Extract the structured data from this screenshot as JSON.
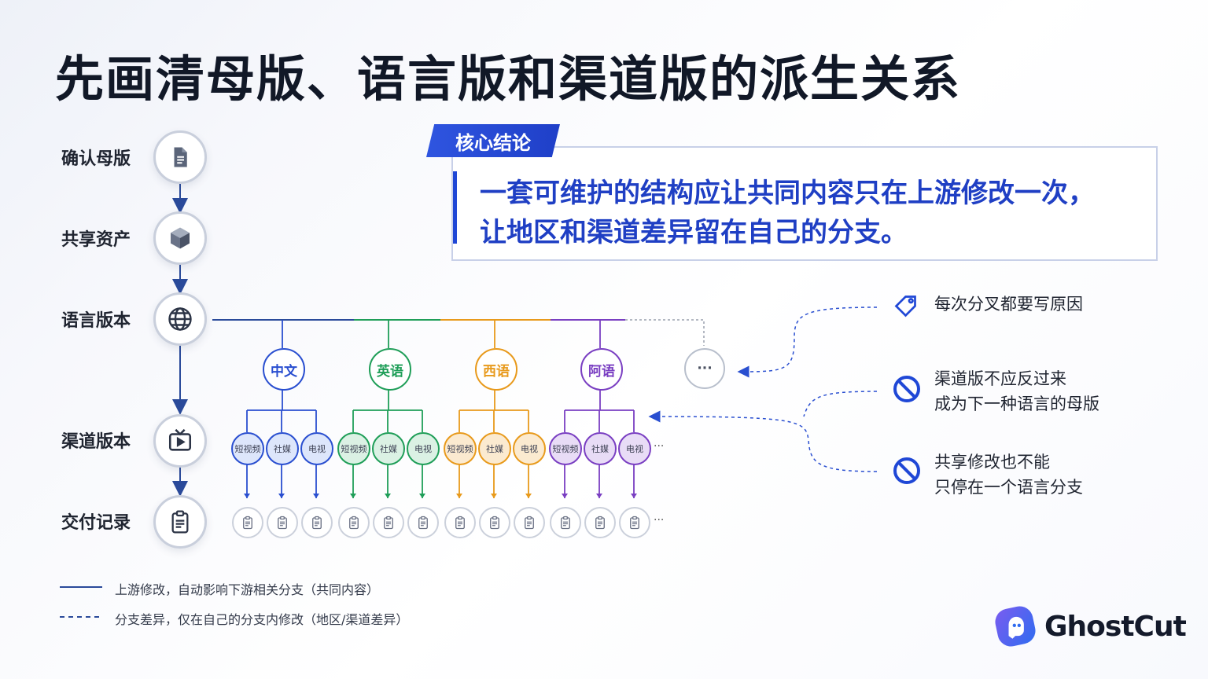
{
  "title": "先画清母版、语言版和渠道版的派生关系",
  "steps": [
    {
      "label": "确认母版",
      "icon": "document-icon"
    },
    {
      "label": "共享资产",
      "icon": "cube-icon"
    },
    {
      "label": "语言版本",
      "icon": "globe-icon"
    },
    {
      "label": "渠道版本",
      "icon": "tv-play-icon"
    },
    {
      "label": "交付记录",
      "icon": "clipboard-icon"
    }
  ],
  "conclusion": {
    "tag": "核心结论",
    "line1": "一套可维护的结构应让共同内容只在上游修改一次，",
    "line2": "让地区和渠道差异留在自己的分支。"
  },
  "languages": [
    {
      "label": "中文",
      "color": "#2a4fd0",
      "fill": "#dde6fb"
    },
    {
      "label": "英语",
      "color": "#1f9e58",
      "fill": "#dbf1e4"
    },
    {
      "label": "西语",
      "color": "#e89a1c",
      "fill": "#fbead0"
    },
    {
      "label": "阿语",
      "color": "#7a3fc2",
      "fill": "#e8dcf6"
    }
  ],
  "more_label": "···",
  "channels": [
    "短视频",
    "社媒",
    "电视"
  ],
  "channel_more": "···",
  "record_more": "···",
  "notes": [
    {
      "lines": [
        "每次分叉都要写原因"
      ],
      "icon": "tag-icon"
    },
    {
      "lines": [
        "渠道版不应反过来",
        "成为下一种语言的母版"
      ],
      "icon": "prohibited-icon"
    },
    {
      "lines": [
        "共享修改也不能",
        "只停在一个语言分支"
      ],
      "icon": "prohibited-icon"
    }
  ],
  "legend": {
    "solid": "上游修改，自动影响下游相关分支（共同内容）",
    "dashed": "分支差异，仅在自己的分支内修改（地区/渠道差异）"
  },
  "brand": {
    "name": "GhostCut"
  },
  "colors": {
    "accent": "#1f47d6",
    "trunk": "#2a4a9a",
    "muted": "#b8bfcc"
  }
}
